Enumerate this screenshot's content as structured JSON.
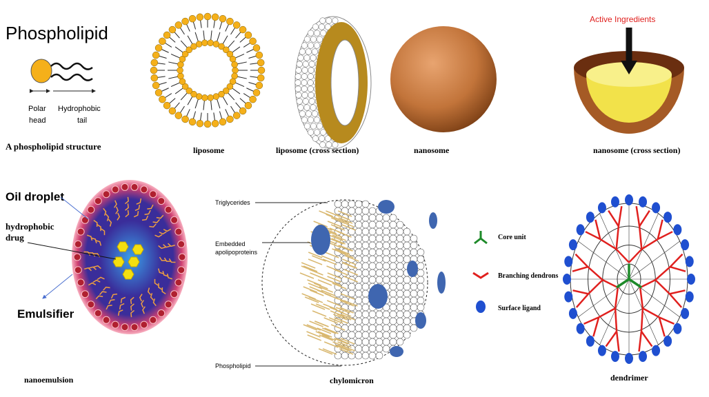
{
  "phospholipid": {
    "title": "Phospholipid",
    "polar_1": "Polar",
    "polar_2": "head",
    "tail_1": "Hydrophobic",
    "tail_2": "tail",
    "caption": "A phospholipid structure"
  },
  "captions": {
    "liposome": "liposome",
    "liposome_cross": "liposome (cross section)",
    "nanosome": "nanosome",
    "nanosome_cross": "nanosome (cross section)",
    "nanoemulsion": "nanoemulsion",
    "chylomicron": "chylomicron",
    "dendrimer": "dendrimer"
  },
  "nanosome_cross": {
    "active": "Active Ingredients"
  },
  "nanoemulsion": {
    "oil": "Oil droplet",
    "drug_1": "hydrophobic",
    "drug_2": "drug",
    "emulsifier": "Emulsifier"
  },
  "chylomicron": {
    "triglycerides": "Triglycerides",
    "apo_1": "Embedded",
    "apo_2": "apolipoproteins",
    "phospholipid": "Phospholipid"
  },
  "legend": {
    "core": "Core unit",
    "branch": "Branching dendrons",
    "ligand": "Surface ligand"
  },
  "colors": {
    "head": "#f5b01a",
    "brown": "#b5702e",
    "red": "#e0201e",
    "green": "#1e8a2a",
    "blue": "#1f4fd0"
  }
}
